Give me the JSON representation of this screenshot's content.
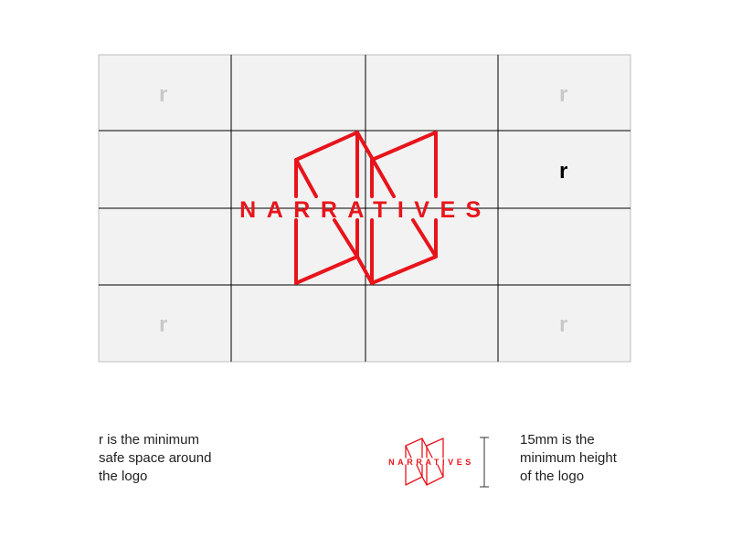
{
  "guide": {
    "grid_line_color": "#000000",
    "frame_color": "#bdbdbd",
    "cell_fill_color": "#f2f2f2",
    "r_marks": [
      "r",
      "r",
      "r",
      "r",
      "r"
    ]
  },
  "logo": {
    "wordmark": "NARRATIVES",
    "brand_color": "#e8141b"
  },
  "captions": {
    "safe_space": [
      "r is the minimum",
      "safe space around",
      "the logo"
    ],
    "min_height": [
      "15mm is the",
      "minimum height",
      "of the logo"
    ]
  }
}
